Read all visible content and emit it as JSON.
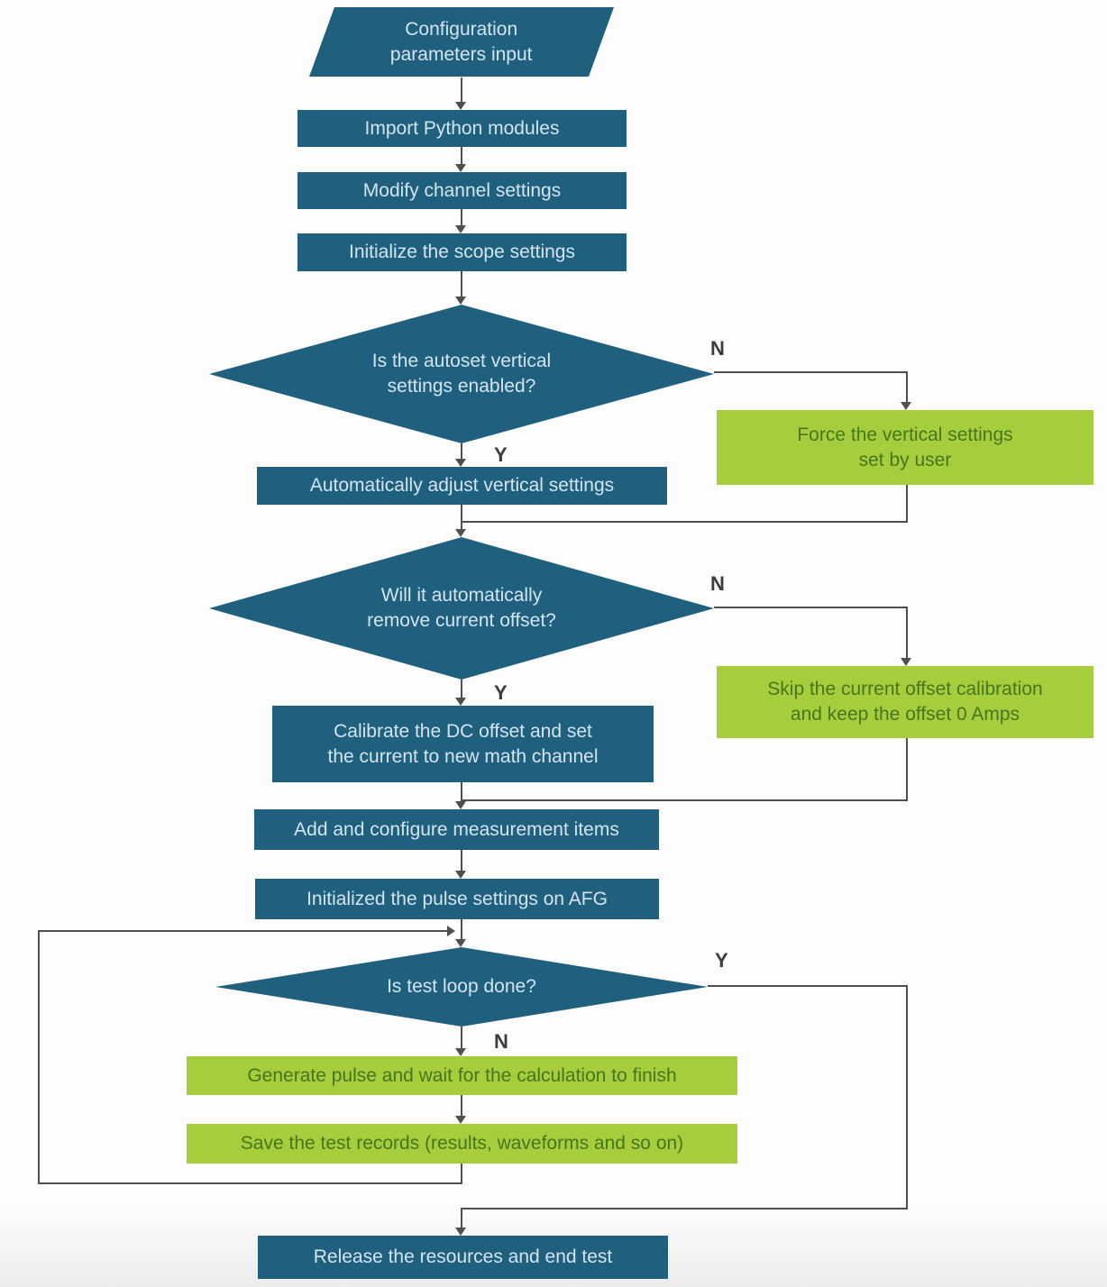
{
  "colors": {
    "background": "#fdfdfd",
    "node_blue": "#20607f",
    "node_green": "#a5cd3c",
    "text_on_blue": "#d3e4ef",
    "text_on_green": "#47761d",
    "connector": "#4f4f4f",
    "label_text": "#3c3c3c",
    "footer_fade": "#ececec"
  },
  "flowchart": {
    "nodes": {
      "config_input": {
        "label": "Configuration\nparameters input",
        "type": "input-parallelogram"
      },
      "import_modules": {
        "label": "Import Python modules",
        "type": "process"
      },
      "modify_channel": {
        "label": "Modify channel settings",
        "type": "process"
      },
      "init_scope": {
        "label": "Initialize the scope settings",
        "type": "process"
      },
      "autoset_decision": {
        "label": "Is the autoset vertical\nsettings enabled?",
        "type": "decision"
      },
      "force_vertical": {
        "label": "Force the vertical settings\nset by user",
        "type": "alt-process"
      },
      "auto_adjust": {
        "label": "Automatically adjust vertical settings",
        "type": "process"
      },
      "offset_decision": {
        "label": "Will it automatically\nremove current offset?",
        "type": "decision"
      },
      "skip_offset": {
        "label": "Skip the current offset calibration\nand keep the offset 0 Amps",
        "type": "alt-process"
      },
      "calibrate_offset": {
        "label": "Calibrate the DC offset and set\nthe current to new math channel",
        "type": "process"
      },
      "add_measurements": {
        "label": "Add and configure measurement items",
        "type": "process"
      },
      "init_pulse": {
        "label": "Initialized the pulse settings on AFG",
        "type": "process"
      },
      "loop_decision": {
        "label": "Is test loop done?",
        "type": "decision"
      },
      "generate_pulse": {
        "label": "Generate pulse and wait for the calculation to finish",
        "type": "alt-process"
      },
      "save_records": {
        "label": "Save the test records (results, waveforms and so on)",
        "type": "alt-process"
      },
      "release_resources": {
        "label": "Release the resources and end test",
        "type": "process"
      }
    },
    "edge_labels": {
      "autoset_no": "N",
      "autoset_yes": "Y",
      "offset_no": "N",
      "offset_yes": "Y",
      "loop_yes": "Y",
      "loop_no": "N"
    }
  }
}
